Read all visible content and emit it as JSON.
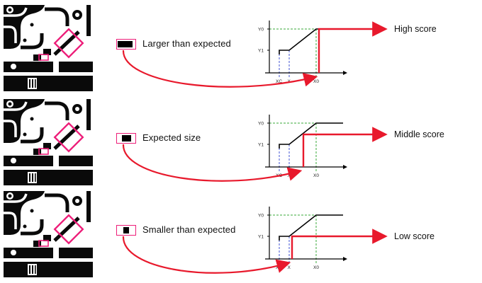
{
  "rows": [
    {
      "label": "Larger than expected",
      "score": "High score"
    },
    {
      "label": "Expected size",
      "score": "Middle score"
    },
    {
      "label": "Smaller than expected",
      "score": "Low score"
    }
  ],
  "graph_labels": {
    "y0": "Y0",
    "y1": "Y1",
    "xc": "XC",
    "x": "X",
    "x0": "X0"
  },
  "colors": {
    "highlight_pink": "#ed1e79",
    "arrow_red": "#e8192c",
    "dashed_green": "#3aa83a",
    "dashed_blue": "#4356d6",
    "trace_black": "#0a0a0a"
  }
}
